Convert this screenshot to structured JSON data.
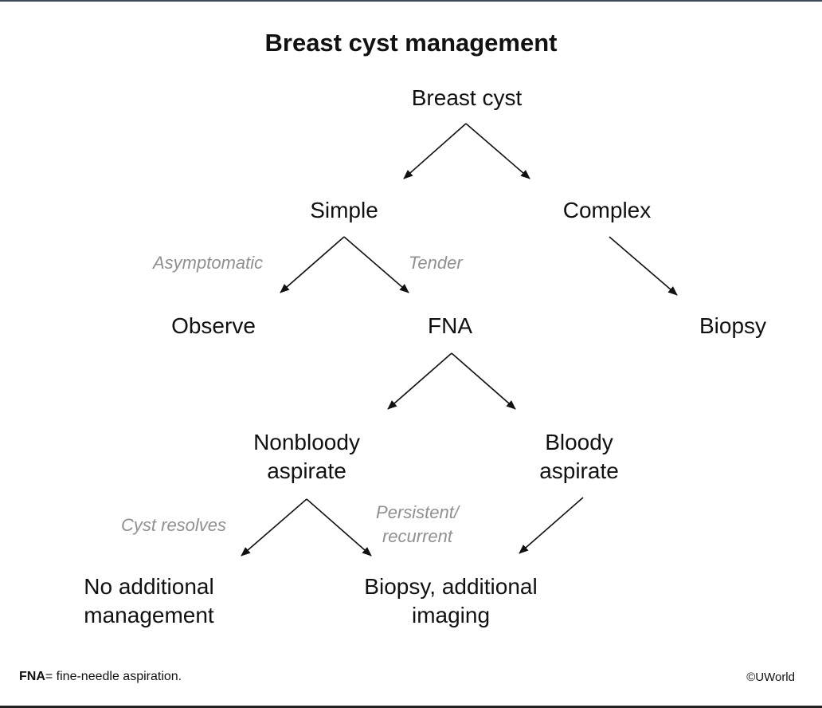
{
  "title": "Breast cyst management",
  "nodes": {
    "breast_cyst": "Breast cyst",
    "simple": "Simple",
    "complex": "Complex",
    "observe": "Observe",
    "fna": "FNA",
    "biopsy": "Biopsy",
    "nonbloody_aspirate": [
      "Nonbloody",
      "aspirate"
    ],
    "bloody_aspirate": [
      "Bloody",
      "aspirate"
    ],
    "no_additional_management": [
      "No additional",
      "management"
    ],
    "biopsy_additional_imaging": [
      "Biopsy, additional",
      "imaging"
    ]
  },
  "edge_labels": {
    "asymptomatic": "Asymptomatic",
    "tender": "Tender",
    "cyst_resolves": "Cyst resolves",
    "persistent_recurrent": [
      "Persistent/",
      "recurrent"
    ]
  },
  "footer": {
    "abbrev": "FNA",
    "definition": "= fine-needle aspiration.",
    "copyright": "©UWorld"
  }
}
